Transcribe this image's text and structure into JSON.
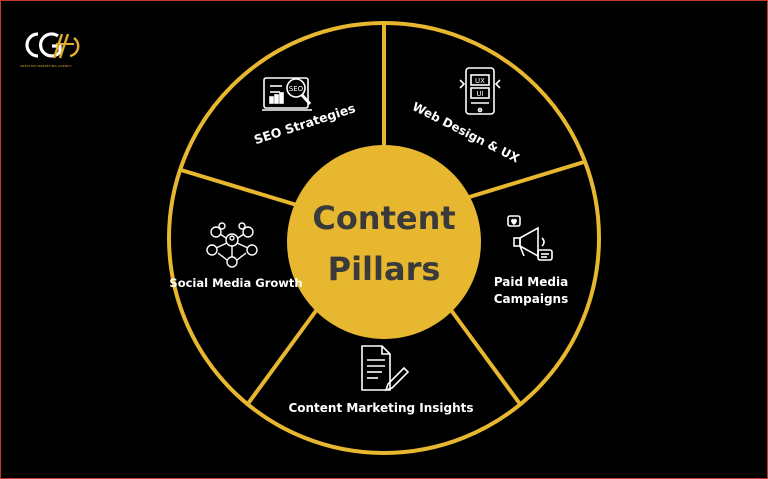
{
  "logo": {
    "mark": "CG",
    "tagline": "CREATIVE MARKETING AGENCY",
    "accent_color": "#e3ad2b"
  },
  "diagram": {
    "ring_color": "#e8b730",
    "background_color": "#000000",
    "center": {
      "line1": "Content",
      "line2": "Pillars",
      "fill_color": "#e8b730",
      "text_color": "#3a3a3a"
    },
    "segments": [
      {
        "label": "SEO Strategies",
        "icon": "seo-monitor-icon"
      },
      {
        "label": "Web Design & UX",
        "icon": "mobile-ux-icon"
      },
      {
        "label_line1": "Paid Media",
        "label_line2": "Campaigns",
        "icon": "megaphone-icon"
      },
      {
        "label": "Content Marketing Insights",
        "icon": "document-pen-icon"
      },
      {
        "label": "Social Media Growth",
        "icon": "social-network-icon"
      }
    ]
  }
}
